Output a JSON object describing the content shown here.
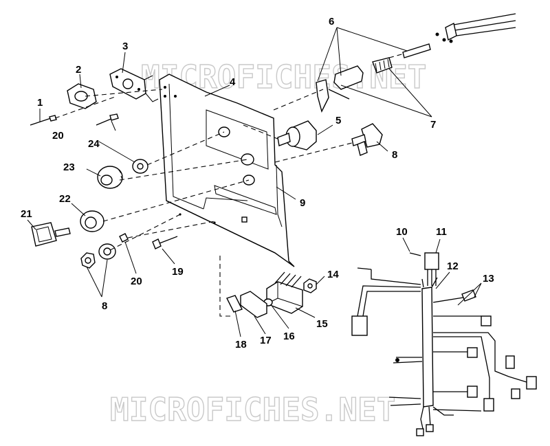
{
  "watermarks": [
    "MICROFICHES.NET",
    "MICROFICHES.NET"
  ],
  "callouts": {
    "c1": "1",
    "c2": "2",
    "c3": "3",
    "c4": "4",
    "c5": "5",
    "c6": "6",
    "c7": "7",
    "c8a": "8",
    "c8b": "8",
    "c9": "9",
    "c10": "10",
    "c11": "11",
    "c12": "12",
    "c13": "13",
    "c14": "14",
    "c15": "15",
    "c16": "16",
    "c17": "17",
    "c18": "18",
    "c19": "19",
    "c20a": "20",
    "c20b": "20",
    "c21": "21",
    "c22": "22",
    "c23": "23",
    "c24": "24"
  }
}
